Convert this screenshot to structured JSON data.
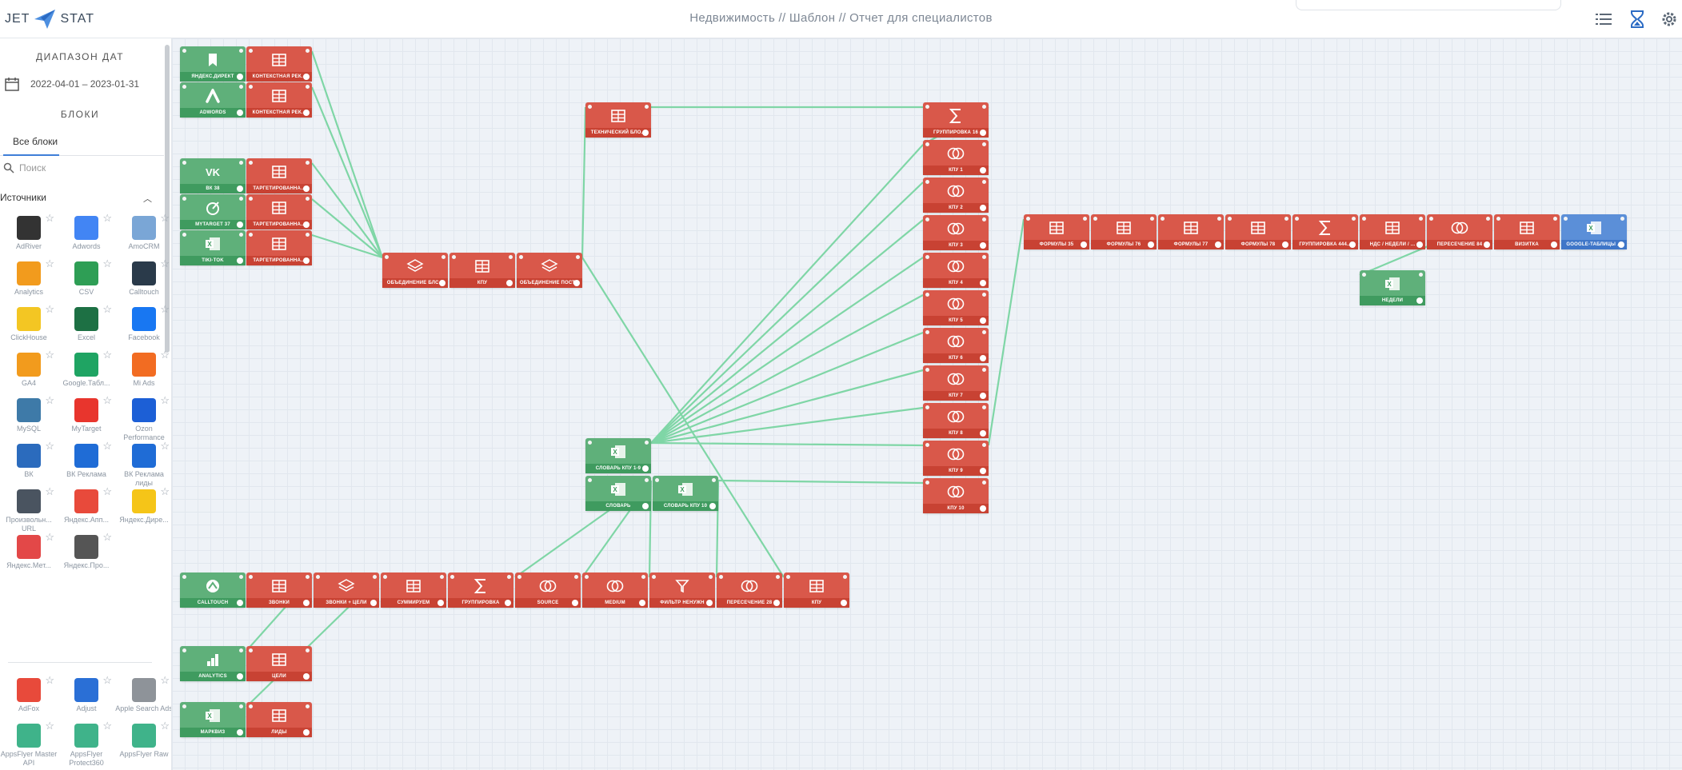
{
  "header": {
    "logo_left": "JET",
    "logo_right": "STAT",
    "title": "Недвижимость // Шаблон // Отчет для специалистов",
    "icons": [
      "list-icon",
      "hourglass-icon",
      "gear-icon"
    ]
  },
  "sidebar": {
    "date_range_heading": "ДИАПАЗОН ДАТ",
    "date_range": "2022-04-01 – 2023-01-31",
    "blocks_heading": "БЛОКИ",
    "tab_all": "Все блоки",
    "search_placeholder": "Поиск",
    "sources_heading": "Источники",
    "sources": [
      {
        "label": "AdRiver",
        "icon": "adriver-icon",
        "color": "#333333"
      },
      {
        "label": "Adwords",
        "icon": "adwords-icon",
        "color": "#4285f4"
      },
      {
        "label": "AmoCRM",
        "icon": "amocrm-icon",
        "color": "#7aa6d6"
      },
      {
        "label": "Analytics",
        "icon": "analytics-icon",
        "color": "#f29b1d"
      },
      {
        "label": "CSV",
        "icon": "csv-icon",
        "color": "#2e9e55"
      },
      {
        "label": "Calltouch",
        "icon": "calltouch-icon",
        "color": "#2a3a4a"
      },
      {
        "label": "ClickHouse",
        "icon": "clickhouse-icon",
        "color": "#f3c623"
      },
      {
        "label": "Excel",
        "icon": "excel-icon",
        "color": "#1d7044"
      },
      {
        "label": "Facebook",
        "icon": "facebook-icon",
        "color": "#1877f2"
      },
      {
        "label": "GA4",
        "icon": "ga4-icon",
        "color": "#f29b1d"
      },
      {
        "label": "Google.Табл...",
        "icon": "google-sheets-icon",
        "color": "#1fa463"
      },
      {
        "label": "Mi Ads",
        "icon": "mi-ads-icon",
        "color": "#f26c22"
      },
      {
        "label": "MySQL",
        "icon": "mysql-icon",
        "color": "#3e7aa8"
      },
      {
        "label": "MyTarget",
        "icon": "mytarget-icon",
        "color": "#e8352d"
      },
      {
        "label": "Ozon Performance",
        "icon": "ozon-icon",
        "color": "#1c5fd6"
      },
      {
        "label": "ВК",
        "icon": "vk-icon",
        "color": "#2b6bbd"
      },
      {
        "label": "ВК Реклама",
        "icon": "vk-ads-icon",
        "color": "#1f6cd6"
      },
      {
        "label": "ВК Реклама лиды",
        "icon": "vk-ads-leads-icon",
        "color": "#1f6cd6"
      },
      {
        "label": "Произвольн... URL",
        "icon": "url-icon",
        "color": "#4a5460"
      },
      {
        "label": "Яндекс.Апп...",
        "icon": "yandex-appmetrica-icon",
        "color": "#e84a3b"
      },
      {
        "label": "Яндекс.Дире...",
        "icon": "yandex-direct-icon",
        "color": "#f5c518"
      },
      {
        "label": "Яндекс.Мет...",
        "icon": "yandex-metrika-icon",
        "color": "#e34848"
      },
      {
        "label": "Яндекс.Про...",
        "icon": "yandex-icon",
        "color": "#555555"
      }
    ],
    "more_sources": [
      {
        "label": "AdFox",
        "icon": "adfox-icon",
        "color": "#e84a3b"
      },
      {
        "label": "Adjust",
        "icon": "adjust-icon",
        "color": "#2a6fd6"
      },
      {
        "label": "Apple Search Ads",
        "icon": "apple-icon",
        "color": "#8e9399"
      },
      {
        "label": "AppsFlyer Master API",
        "icon": "appsflyer-icon",
        "color": "#3fb38a"
      },
      {
        "label": "AppsFlyer Protect360",
        "icon": "appsflyer-icon",
        "color": "#3fb38a"
      },
      {
        "label": "AppsFlyer Raw",
        "icon": "appsflyer-icon",
        "color": "#3fb38a"
      }
    ]
  },
  "nodes": [
    {
      "id": "n1",
      "label": "ЯНДЕКС.ДИРЕКТ",
      "color": "green",
      "icon": "yandex-direct-icon"
    },
    {
      "id": "n2",
      "label": "КОНТЕКСТНАЯ РЕК...",
      "color": "red",
      "icon": "table-icon"
    },
    {
      "id": "n3",
      "label": "ADWORDS",
      "color": "green",
      "icon": "adwords-icon"
    },
    {
      "id": "n4",
      "label": "КОНТЕКСТНАЯ РЕК...",
      "color": "red",
      "icon": "table-icon"
    },
    {
      "id": "n5",
      "label": "ВК 38",
      "color": "green",
      "icon": "vk-icon"
    },
    {
      "id": "n6",
      "label": "ТАРГЕТИРОВАННА...",
      "color": "red",
      "icon": "table-icon"
    },
    {
      "id": "n7",
      "label": "MYTARGET 37",
      "color": "green",
      "icon": "mytarget-icon"
    },
    {
      "id": "n8",
      "label": "ТАРГЕТИРОВАННА...",
      "color": "red",
      "icon": "table-icon"
    },
    {
      "id": "n9",
      "label": "TIKI-TOK",
      "color": "green",
      "icon": "excel-icon"
    },
    {
      "id": "n10",
      "label": "ТАРГЕТИРОВАННА...",
      "color": "red",
      "icon": "table-icon"
    },
    {
      "id": "n11",
      "label": "ОБЪЕДИНЕНИЕ БЛС...",
      "color": "red",
      "icon": "layers-icon"
    },
    {
      "id": "n12",
      "label": "КПУ",
      "color": "red",
      "icon": "table-icon"
    },
    {
      "id": "n13",
      "label": "ОБЪЕДИНЕНИЕ ПОСТ...",
      "color": "red",
      "icon": "layers-icon"
    },
    {
      "id": "n14",
      "label": "ТЕХНИЧЕСКИЙ БЛО...",
      "color": "red",
      "icon": "table-icon"
    },
    {
      "id": "n15",
      "label": "СЛОВАРЬ КПУ 1-9",
      "color": "green",
      "icon": "excel-icon"
    },
    {
      "id": "n16",
      "label": "СЛОВАРЬ",
      "color": "green",
      "icon": "excel-icon"
    },
    {
      "id": "n17",
      "label": "СЛОВАРЬ КПУ 10",
      "color": "green",
      "icon": "excel-icon"
    },
    {
      "id": "n18",
      "label": "ГРУППИРОВКА 16",
      "color": "red",
      "icon": "sigma-icon"
    },
    {
      "id": "j1",
      "label": "КПУ 1",
      "color": "red",
      "icon": "join-icon"
    },
    {
      "id": "j2",
      "label": "КПУ 2",
      "color": "red",
      "icon": "join-icon"
    },
    {
      "id": "j3",
      "label": "КПУ 3",
      "color": "red",
      "icon": "join-icon"
    },
    {
      "id": "j4",
      "label": "КПУ 4",
      "color": "red",
      "icon": "join-icon"
    },
    {
      "id": "j5",
      "label": "КПУ 5",
      "color": "red",
      "icon": "join-icon"
    },
    {
      "id": "j6",
      "label": "КПУ 6",
      "color": "red",
      "icon": "join-icon"
    },
    {
      "id": "j7",
      "label": "КПУ 7",
      "color": "red",
      "icon": "join-icon"
    },
    {
      "id": "j8",
      "label": "КПУ 8",
      "color": "red",
      "icon": "join-icon"
    },
    {
      "id": "j9",
      "label": "КПУ 9",
      "color": "red",
      "icon": "join-icon"
    },
    {
      "id": "j10",
      "label": "КПУ 10",
      "color": "red",
      "icon": "join-icon"
    },
    {
      "id": "f1",
      "label": "ФОРМУЛЫ 35",
      "color": "red",
      "icon": "table-icon"
    },
    {
      "id": "f2",
      "label": "ФОРМУЛЫ 76",
      "color": "red",
      "icon": "table-icon"
    },
    {
      "id": "f3",
      "label": "ФОРМУЛЫ 77",
      "color": "red",
      "icon": "table-icon"
    },
    {
      "id": "f4",
      "label": "ФОРМУЛЫ 78",
      "color": "red",
      "icon": "table-icon"
    },
    {
      "id": "f5",
      "label": "ГРУППИРОВКА 444...",
      "color": "red",
      "icon": "sigma-icon"
    },
    {
      "id": "f6",
      "label": "НДС / НЕДЕЛИ / ...",
      "color": "red",
      "icon": "table-icon"
    },
    {
      "id": "f7",
      "label": "ПЕРЕСЕЧЕНИЕ 84",
      "color": "red",
      "icon": "join-icon"
    },
    {
      "id": "f8",
      "label": "ВИЗИТКА",
      "color": "red",
      "icon": "table-icon"
    },
    {
      "id": "f9",
      "label": "GOOGLE-ТАБЛИЦЫ ...",
      "color": "blue",
      "icon": "excel-icon"
    },
    {
      "id": "w1",
      "label": "НЕДЕЛИ",
      "color": "green",
      "icon": "excel-icon"
    },
    {
      "id": "c1",
      "label": "CALLTOUCH",
      "color": "green",
      "icon": "calltouch-icon"
    },
    {
      "id": "c2",
      "label": "ЗВОНКИ",
      "color": "red",
      "icon": "table-icon"
    },
    {
      "id": "c3",
      "label": "ЗВОНКИ + ЦЕЛИ",
      "color": "red",
      "icon": "layers-icon"
    },
    {
      "id": "c4",
      "label": "СУММИРУЕМ",
      "color": "red",
      "icon": "table-icon"
    },
    {
      "id": "c5",
      "label": "ГРУППИРОВКА",
      "color": "red",
      "icon": "sigma-icon"
    },
    {
      "id": "c6",
      "label": "SOURCE",
      "color": "red",
      "icon": "join-icon"
    },
    {
      "id": "c7",
      "label": "MEDIUM",
      "color": "red",
      "icon": "join-icon"
    },
    {
      "id": "c8",
      "label": "ФИЛЬТР НЕНУЖН",
      "color": "red",
      "icon": "filter-icon"
    },
    {
      "id": "c9",
      "label": "ПЕРЕСЕЧЕНИЕ 28",
      "color": "red",
      "icon": "join-icon"
    },
    {
      "id": "c10",
      "label": "КПУ",
      "color": "red",
      "icon": "table-icon"
    },
    {
      "id": "a1",
      "label": "ANALYTICS",
      "color": "green",
      "icon": "analytics-icon"
    },
    {
      "id": "a2",
      "label": "ЦЕЛИ",
      "color": "red",
      "icon": "table-icon"
    },
    {
      "id": "a3",
      "label": "МАРКВИЗ",
      "color": "green",
      "icon": "excel-icon"
    },
    {
      "id": "a4",
      "label": "ЛИДЫ",
      "color": "red",
      "icon": "table-icon"
    }
  ]
}
